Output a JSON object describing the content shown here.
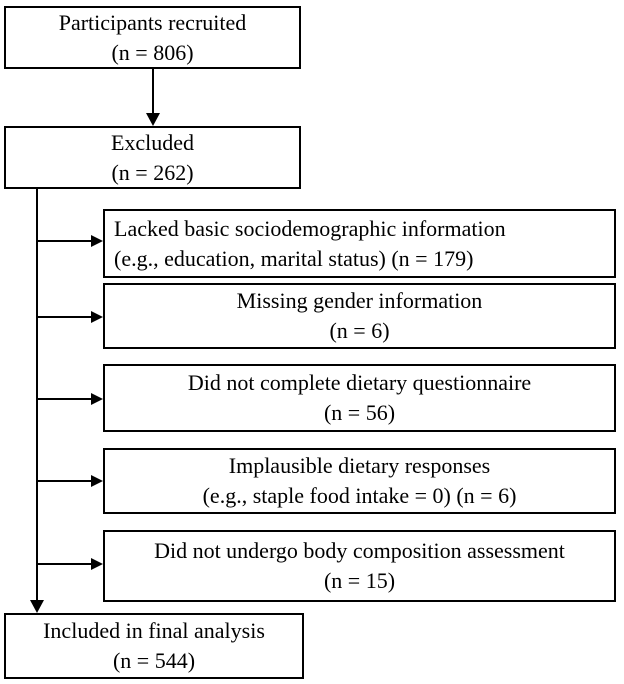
{
  "diagram": {
    "type": "participant-flow-chart",
    "line_color": "#000000",
    "box_border_color": "#000000",
    "background_color": "#ffffff",
    "recruited": {
      "line1": "Participants recruited",
      "line2": "(n = 806)"
    },
    "excluded": {
      "line1": "Excluded",
      "line2": "(n = 262)"
    },
    "exclusion_reasons": [
      {
        "line1": "Lacked basic sociodemographic information",
        "line2": "(e.g., education, marital status) (n = 179)"
      },
      {
        "line1": "Missing gender information",
        "line2": "(n = 6)"
      },
      {
        "line1": "Did not complete dietary questionnaire",
        "line2": "(n = 56)"
      },
      {
        "line1": "Implausible dietary responses",
        "line2": "(e.g., staple food intake = 0) (n = 6)"
      },
      {
        "line1": "Did not undergo body composition assessment",
        "line2": "(n = 15)"
      }
    ],
    "included": {
      "line1": "Included in final analysis",
      "line2": "(n = 544)"
    }
  }
}
